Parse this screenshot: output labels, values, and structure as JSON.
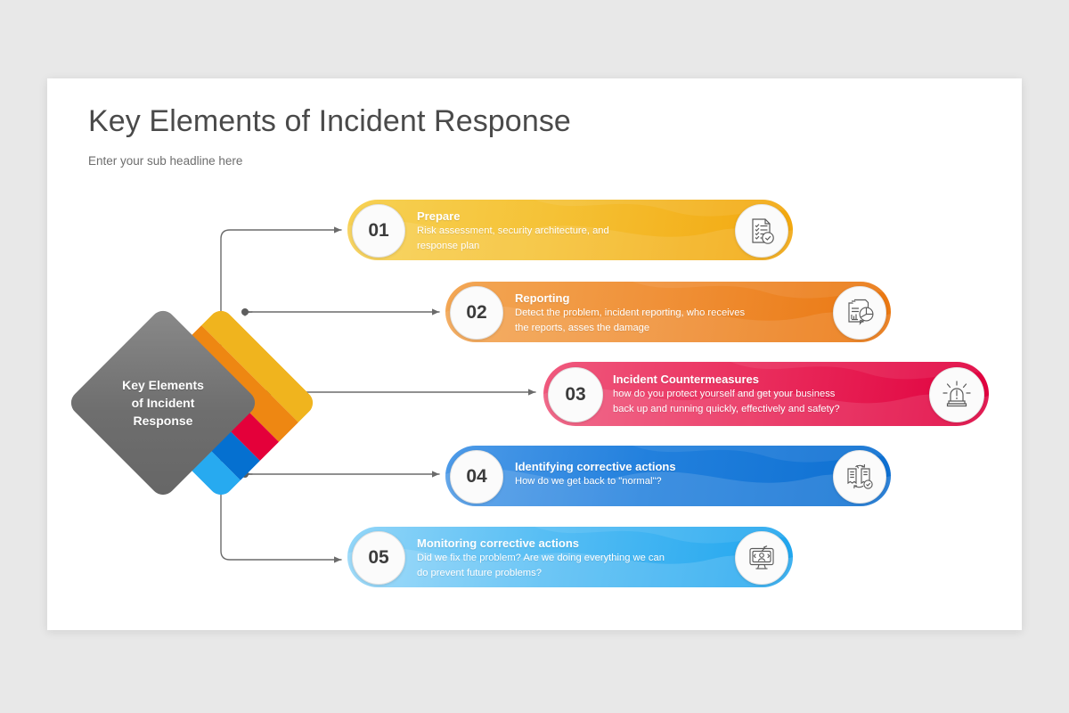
{
  "canvas": {
    "background_color": "#e8e8e8",
    "slide_background": "#ffffff"
  },
  "header": {
    "title": "Key Elements of Incident Response",
    "subtitle": "Enter your sub headline here",
    "title_color": "#4a4a4a",
    "subtitle_color": "#6d6d6d"
  },
  "center": {
    "label_line1": "Key Elements",
    "label_line2": "of Incident",
    "label_line3": "Response",
    "shape": "diamond",
    "gray_color": "#6e6e6e",
    "band_colors": [
      "#F0B41E",
      "#EE8712",
      "#E4003A",
      "#0570D0",
      "#27AAF0"
    ]
  },
  "connector": {
    "line_color": "#6b6b6b",
    "dot_color": "#5e5e5e"
  },
  "steps": [
    {
      "number": "01",
      "title": "Prepare",
      "description_line1": "Risk assessment, security architecture, and",
      "description_line2": "response plan",
      "color_start": "#F7D154",
      "color_end": "#F2A70E",
      "icon": "checklist-document-icon"
    },
    {
      "number": "02",
      "title": "Reporting",
      "description_line1": "Detect the problem, incident reporting, who receives",
      "description_line2": "the reports, asses the damage",
      "color_start": "#F2A14B",
      "color_end": "#EC7A13",
      "icon": "report-chart-icon"
    },
    {
      "number": "03",
      "title": "Incident Countermeasures",
      "description_line1": "how do you protect yourself and get your business",
      "description_line2": "back up and running quickly, effectively and safety?",
      "color_start": "#EF4B73",
      "color_end": "#E0003E",
      "icon": "alarm-siren-icon"
    },
    {
      "number": "04",
      "title": "Identifying corrective actions",
      "description_line1": "How do we get back to \"normal\"?",
      "description_line2": "",
      "color_start": "#4E9BE8",
      "color_end": "#0D6FD1",
      "icon": "document-sync-icon"
    },
    {
      "number": "05",
      "title": "Monitoring corrective actions",
      "description_line1": "Did we fix the problem? Are we doing everything we can",
      "description_line2": "do prevent future problems?",
      "color_start": "#8DD3F7",
      "color_end": "#1FA5EE",
      "icon": "monitor-user-icon"
    }
  ]
}
